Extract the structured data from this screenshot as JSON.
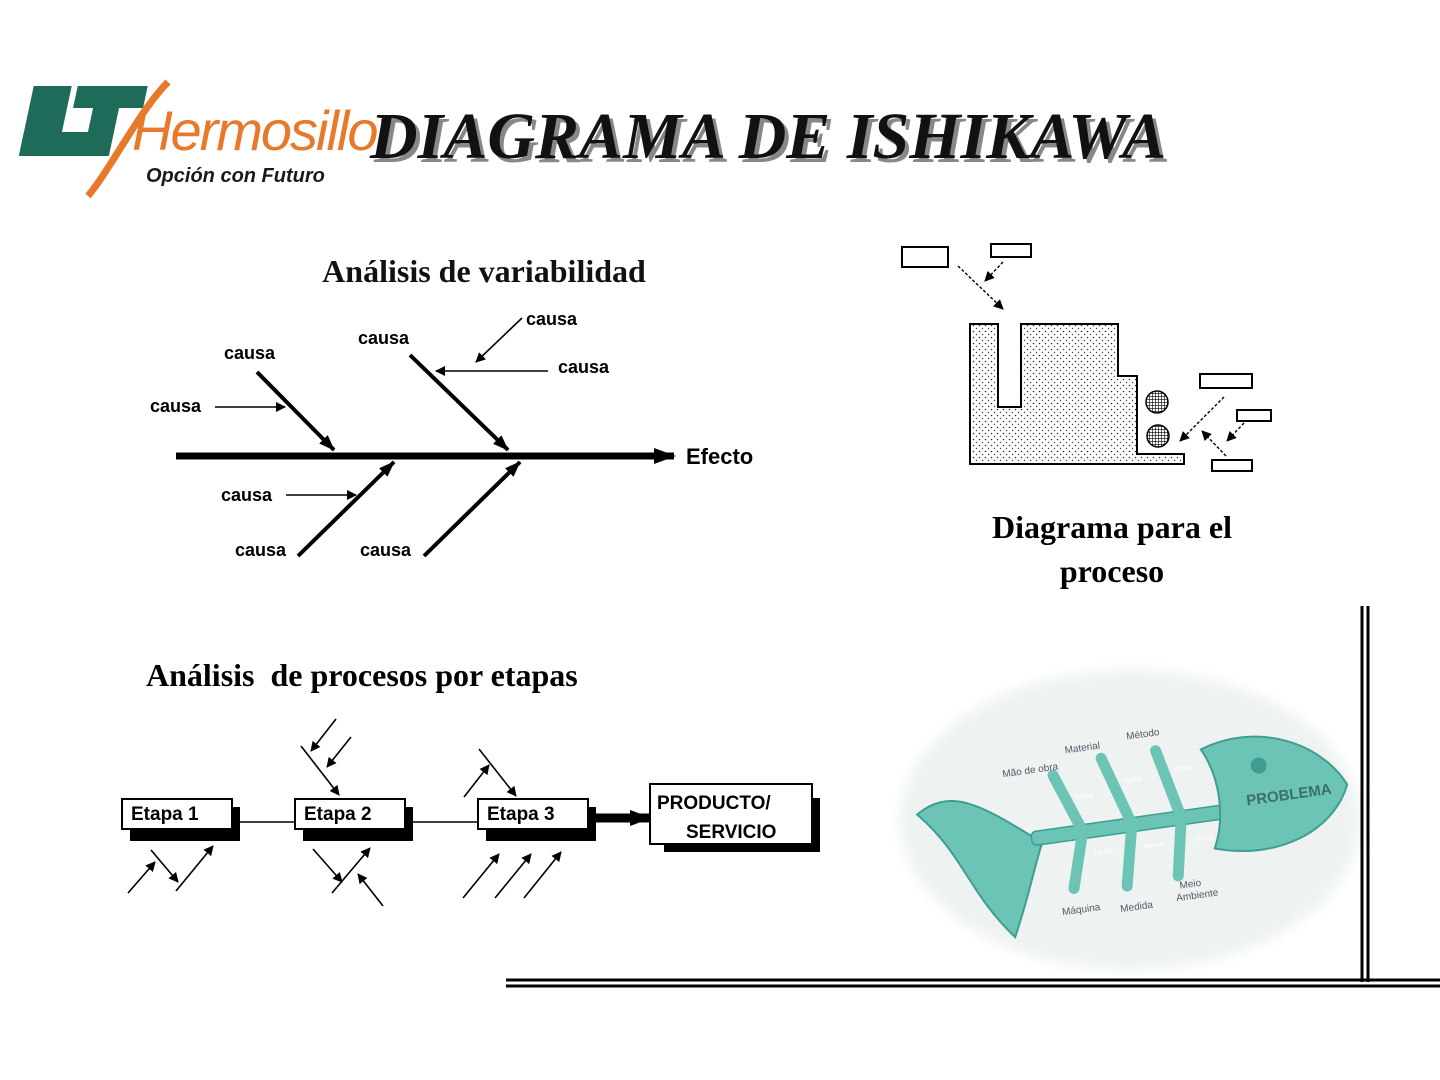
{
  "header": {
    "logo": {
      "mark": "UT",
      "name": "Hermosillo",
      "tagline": "Opción con Futuro"
    },
    "title": "DIAGRAMA DE ISHIKAWA"
  },
  "variability": {
    "heading": "Análisis de variabilidad",
    "cause_label": "causa",
    "effect_label": "Efecto"
  },
  "process": {
    "caption_line1": "Diagrama para el",
    "caption_line2": "proceso"
  },
  "stages": {
    "heading": "Análisis  de procesos por etapas",
    "stage1": "Etapa 1",
    "stage2": "Etapa 2",
    "stage3": "Etapa 3",
    "product_line1": "PRODUCTO/",
    "product_line2": "SERVICIO"
  },
  "fish": {
    "problem": "PROBLEMA",
    "cause_small": "causa",
    "category_labour": "Mão de obra",
    "category_material": "Material",
    "category_method": "Método",
    "category_machine": "Máquina",
    "category_measure": "Medida",
    "category_environment_line1": "Meio",
    "category_environment_line2": "Ambiente"
  },
  "colors": {
    "logo_green": "#1f6b5a",
    "logo_orange": "#e8782a",
    "fish_teal": "#6cc4b7",
    "fish_teal_dark": "#3e9e90"
  }
}
